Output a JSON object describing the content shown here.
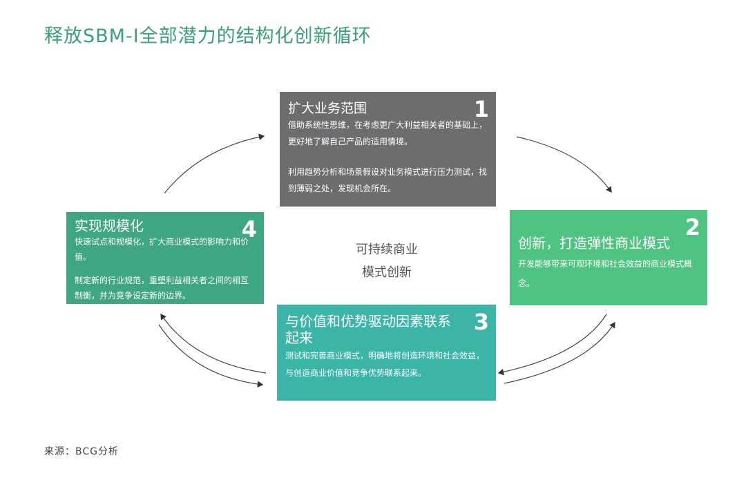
{
  "title": "释放SBM-I全部潜力的结构化创新循环",
  "center_label": [
    "可持续商业",
    "模式创新"
  ],
  "steps": [
    {
      "num": "1",
      "heading": "扩大业务范围",
      "paragraphs": [
        "借助系统性思维，在考虑更广大利益相关者的基础上，更好地了解自己产品的适用情境。",
        "利用趋势分析和场景假设对业务模式进行压力测试，找到薄弱之处，发现机会所在。"
      ],
      "color": "#6b6d6f"
    },
    {
      "num": "2",
      "heading": "创新，打造弹性商业模式",
      "paragraphs": [
        "开发能够带来可观环境和社会效益的商业模式概念。"
      ],
      "color": "#4fc381"
    },
    {
      "num": "3",
      "heading": "与价值和优势驱动因素联系起来",
      "paragraphs": [
        "测试和完善商业模式，明确地将创造环境和社会效益，与创造商业价值和竞争优势联系起来。"
      ],
      "color": "#3ab5a6"
    },
    {
      "num": "4",
      "heading": "实现规模化",
      "paragraphs": [
        "快速试点和规模化，扩大商业模式的影响力和价值。",
        "制定新的行业规范，重塑利益相关者之间的相互制衡，并为竞争设定新的边界。"
      ],
      "color": "#3ea683"
    }
  ],
  "source": "来源：BCG分析"
}
